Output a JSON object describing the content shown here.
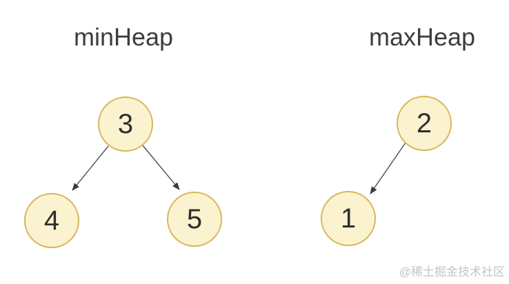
{
  "colors": {
    "background": "#ffffff",
    "node_fill": "#fbf2cf",
    "node_stroke": "#d6b656",
    "node_text": "#2e2e2e",
    "arrow": "#4d4d4d",
    "title_text": "#3d3d3d",
    "watermark_text": "#c4c4c4"
  },
  "minheap": {
    "title": "minHeap",
    "nodes": [
      {
        "id": "root",
        "value": "3"
      },
      {
        "id": "left-child",
        "value": "4"
      },
      {
        "id": "right-child",
        "value": "5"
      }
    ],
    "edges": [
      {
        "from": "3",
        "to": "4"
      },
      {
        "from": "3",
        "to": "5"
      }
    ]
  },
  "maxheap": {
    "title": "maxHeap",
    "nodes": [
      {
        "id": "root",
        "value": "2"
      },
      {
        "id": "left-child",
        "value": "1"
      }
    ],
    "edges": [
      {
        "from": "2",
        "to": "1"
      }
    ]
  },
  "watermark": {
    "text": "@稀土掘金技术社区"
  }
}
